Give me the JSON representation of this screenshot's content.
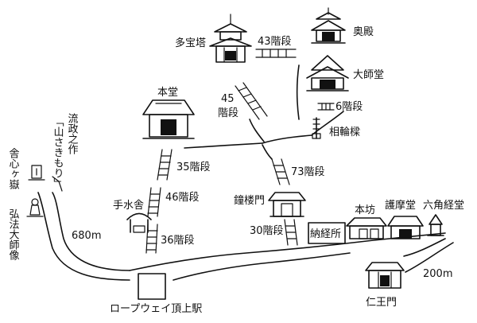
{
  "map": {
    "places": {
      "okuden": "奥殿",
      "tahoto": "多宝塔",
      "daishido": "大師堂",
      "hondo": "本堂",
      "sorinto": "相輪樑",
      "shoromon": "鐘楼門",
      "chozuya": "手水舎",
      "honbo": "本坊",
      "gomado": "護摩堂",
      "rokkakukyodo": "六角経堂",
      "nokyosho": "納経所",
      "niomon": "仁王門",
      "ropeway": "ロープウェイ頂上駅",
      "shashingatake": "舎心ヶ嶽",
      "kobo_statue": "弘法大師像",
      "ryuseinosaku": "流政之作",
      "yamasakimori": "「山さきもり」"
    },
    "stairs": {
      "s43": "43階段",
      "s45a": "45",
      "s45b": "階段",
      "s6": "6階段",
      "s35": "35階段",
      "s73": "73階段",
      "s46": "46階段",
      "s36": "36階段",
      "s30": "30階段"
    },
    "distances": {
      "d680": "680m",
      "d200": "200m"
    }
  }
}
